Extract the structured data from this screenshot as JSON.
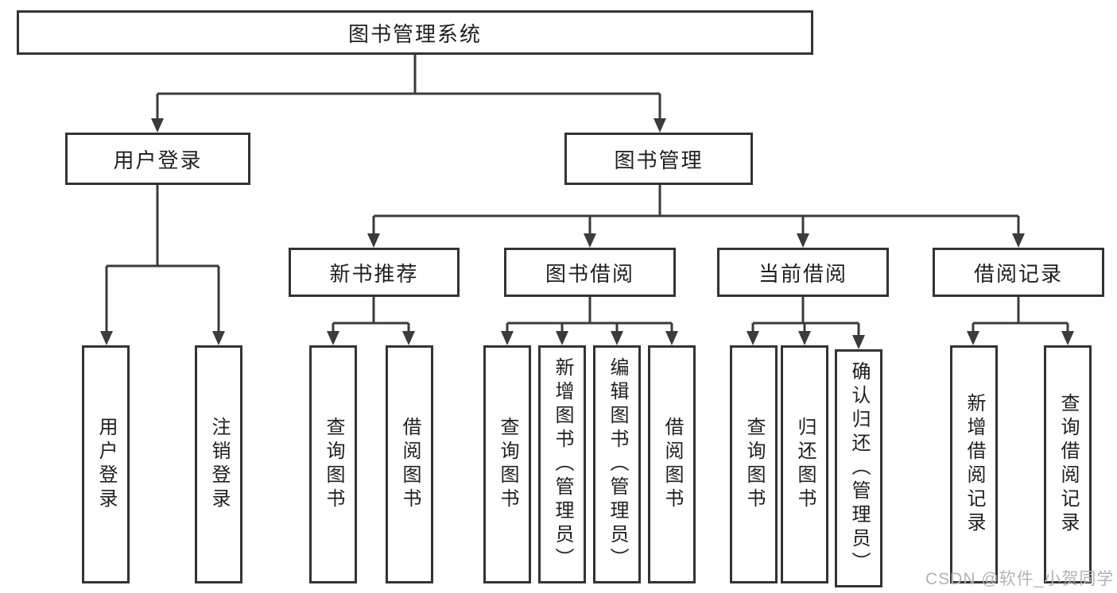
{
  "nodes": {
    "root": {
      "label": "图书管理系统"
    },
    "level2": [
      {
        "label": "用户登录"
      },
      {
        "label": "图书管理"
      }
    ],
    "level3": [
      {
        "label": "新书推荐"
      },
      {
        "label": "图书借阅"
      },
      {
        "label": "当前借阅"
      },
      {
        "label": "借阅记录"
      }
    ],
    "leaves": [
      {
        "label": "用户登录"
      },
      {
        "label": "注销登录"
      },
      {
        "label": "查询图书"
      },
      {
        "label": "借阅图书"
      },
      {
        "label": "查询图书"
      },
      {
        "label": "新增图书（管理员）"
      },
      {
        "label": "编辑图书（管理员）"
      },
      {
        "label": "借阅图书"
      },
      {
        "label": "查询图书"
      },
      {
        "label": "归还图书"
      },
      {
        "label": "确认归还（管理员）"
      },
      {
        "label": "新增借阅记录"
      },
      {
        "label": "查询借阅记录"
      }
    ]
  },
  "watermark": {
    "text": "CSDN @软件_小贺同学"
  },
  "colors": {
    "line": "#3b3b3b",
    "box_border": "#333333",
    "text": "#1f1f1f",
    "watermark": "#b3b3b3",
    "background": "#ffffff"
  }
}
